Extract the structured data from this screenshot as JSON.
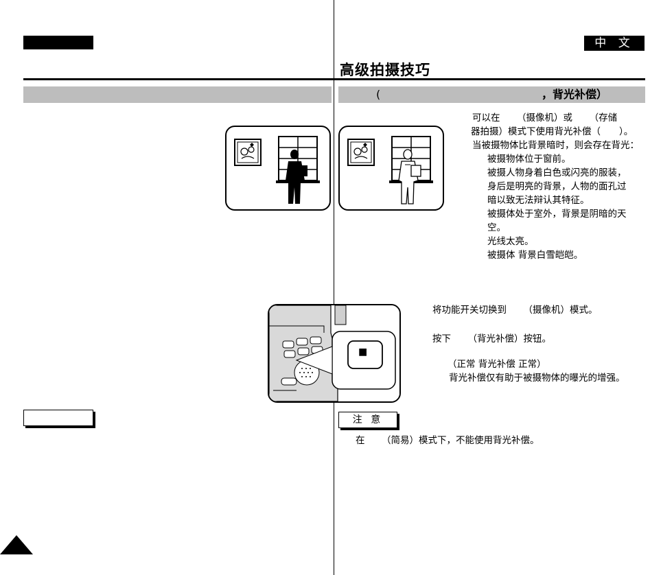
{
  "header": {
    "language_badge": "中 文",
    "page_title": "高级拍摄技巧"
  },
  "section_bar": {
    "open_paren": "(",
    "title_suffix": "，背光补偿）"
  },
  "intro": {
    "lines": [
      "可以在 　　（摄像机）或 　　（存储",
      "器拍摄）模式下使用背光补偿（　　）。",
      "当被摄物体比背景暗时，则会存在背光："
    ],
    "conditions": [
      "被摄物体位于窗前。",
      "被摄人物身着白色或闪亮的服装，",
      "身后是明亮的背景，人物的面孔过",
      "暗以致无法辩认其特征。",
      "被摄体处于室外，背景是阴暗的天",
      "空。",
      "光线太亮。",
      "被摄体 背景白雪皑皑。"
    ]
  },
  "steps": {
    "step1": "将功能开关切换到 　　（摄像机）模式。",
    "step2": "按下 　　（背光补偿）按钮。",
    "step3_cycle": "（正常 背光补偿 正常）",
    "step3_note": "背光补偿仅有助于被摄物体的曝光的增强。"
  },
  "note": {
    "label": "注 意",
    "text": "在 　　（简易）模式下，不能使用背光补偿。"
  },
  "icons": {
    "button_symbol": "■"
  }
}
